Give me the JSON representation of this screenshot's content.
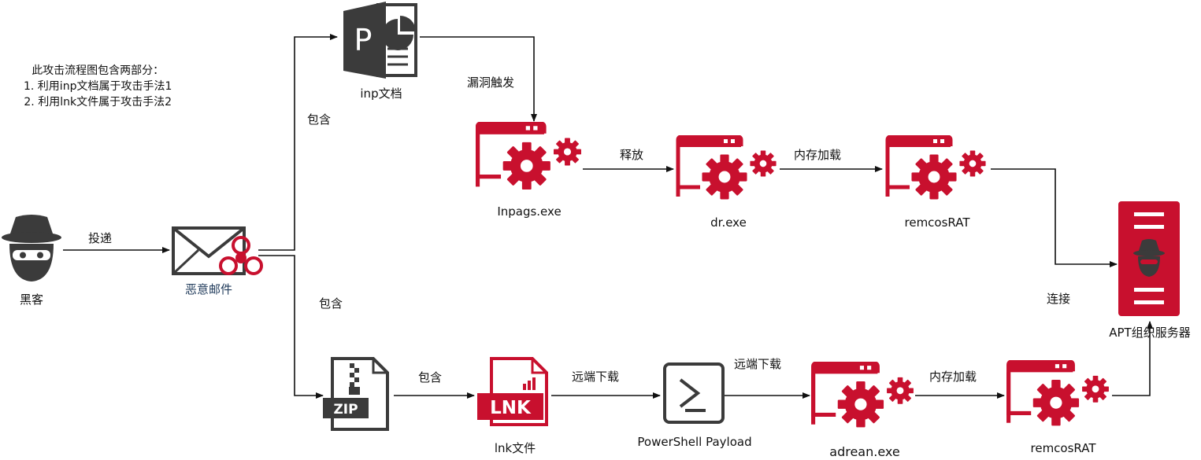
{
  "note": {
    "title": "此攻击流程图包含两部分：",
    "line1": "1. 利用inp文档属于攻击手法1",
    "line2": "2. 利用lnk文件属于攻击手法2"
  },
  "nodes": {
    "hacker": "黑客",
    "email": "恶意邮件",
    "inp_doc": "inp文档",
    "inpags": "Inpags.exe",
    "dr": "dr.exe",
    "remcos_top": "remcosRAT",
    "zip_badge": "ZIP",
    "lnk_badge": "LNK",
    "lnk_file": "lnk文件",
    "powershell": "PowerShell Payload",
    "adrean": "adrean.exe",
    "remcos_bottom": "remcosRAT",
    "server": "APT组织服务器"
  },
  "edges": {
    "deliver": "投递",
    "contain_top": "包含",
    "contain_bottom": "包含",
    "vuln_trigger": "漏洞触发",
    "release": "释放",
    "mem_load_top": "内存加载",
    "connect": "连接",
    "contain_zip": "包含",
    "remote_dl_1": "远端下载",
    "remote_dl_2": "远端下载",
    "mem_load_bottom": "内存加载"
  },
  "colors": {
    "accent_red": "#c8102e",
    "icon_gray": "#3b3b3b",
    "edge": "#111111"
  }
}
